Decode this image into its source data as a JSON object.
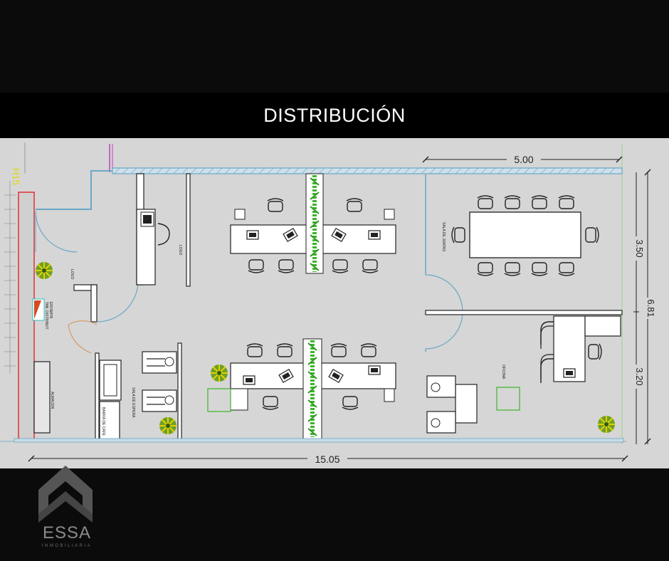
{
  "header": {
    "title": "DISTRIBUCIÓN"
  },
  "plan": {
    "grid_label": "H15",
    "dimensions": {
      "top_width": "5.00",
      "bottom_width": "15.05",
      "right_upper": "3.50",
      "right_total": "6.81",
      "right_lower": "3.20"
    },
    "rooms": {
      "almacen": "ALMACEN",
      "sala_espera": "SALA DE ESPERA",
      "barra_cafe": "BARRA DE CAFE",
      "logo_left": "LOGO",
      "logo_center": "LOGO",
      "sala_juntas": "SALA DE JUNTAS",
      "oficina": "OFICINA",
      "red_label_1": "TAB. DISTRIBUT.",
      "red_label_2": "ERISMITA"
    }
  },
  "brand": {
    "name": "ESSA",
    "tagline": "INMOBILIARIA"
  },
  "colors": {
    "background": "#000000",
    "plan_background": "#d6d6d6",
    "wall_blue": "#6aa7c8",
    "plant_green": "#3db52b",
    "accent_yellow": "#e0d800",
    "accent_red": "#e03030",
    "accent_magenta": "#c040c0"
  }
}
